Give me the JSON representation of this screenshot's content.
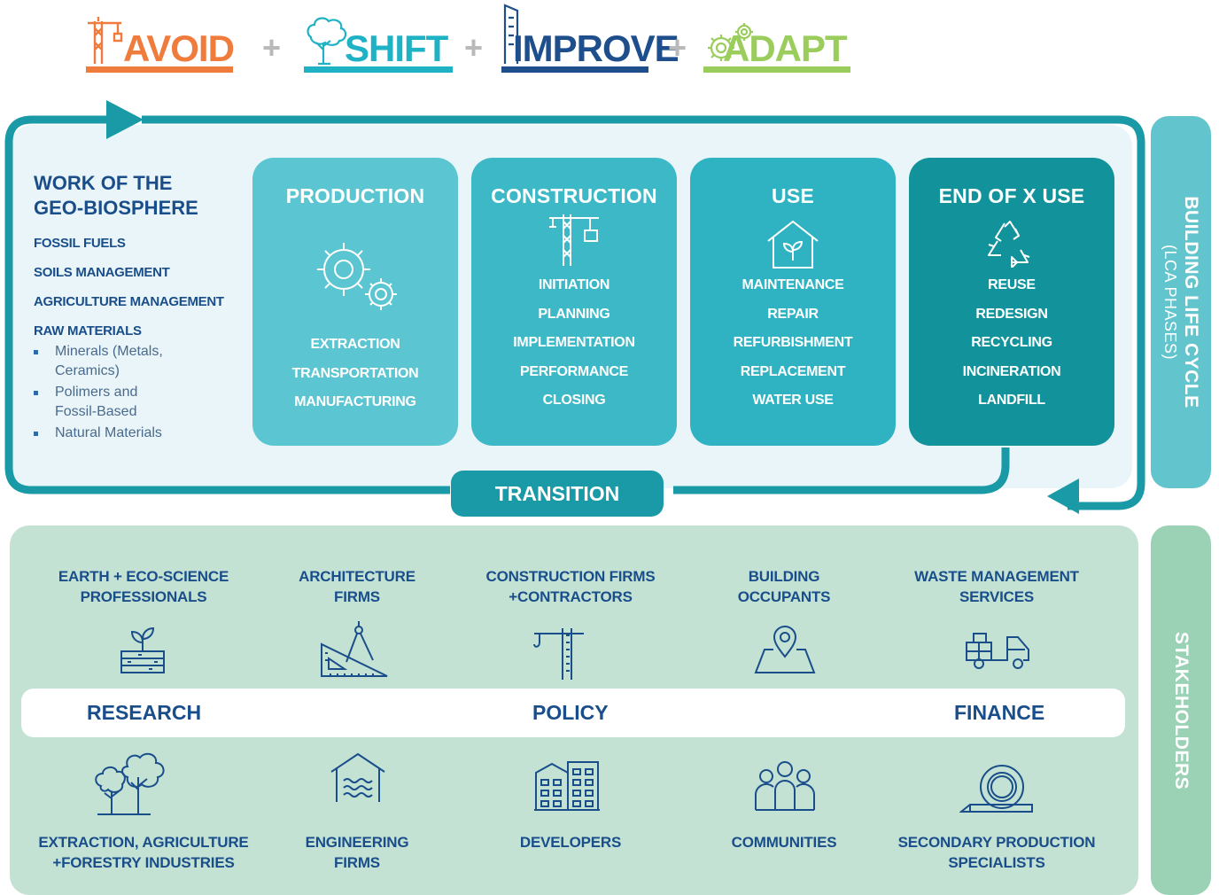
{
  "colors": {
    "avoid": "#ef7b3c",
    "shift": "#1fb1c4",
    "improve": "#1e4f8c",
    "adapt": "#9acd5c",
    "cycle_teal": "#1a9aa6",
    "phase_light": "#5bc6d1",
    "phase_mid": "#3cb8c7",
    "phase_mid2": "#2fb3c2",
    "phase_dark": "#12939c",
    "navy_text": "#1a4e8a",
    "stakeholder_bg": "#c3e2d4"
  },
  "strategies": [
    {
      "word": "AVOID",
      "icon": "crane-icon"
    },
    {
      "word": "SHIFT",
      "icon": "tree-icon"
    },
    {
      "word": "IMPROVE",
      "icon": "factory-icon"
    },
    {
      "word": "ADAPT",
      "icon": "gears-icon"
    }
  ],
  "plus_sign": "+",
  "geo": {
    "title_line1": "WORK OF THE",
    "title_line2": "GEO-BIOSPHERE",
    "items": [
      "FOSSIL FUELS",
      "SOILS MANAGEMENT",
      "AGRICULTURE MANAGEMENT",
      "RAW MATERIALS"
    ],
    "raw_materials": [
      "Minerals (Metals, Ceramics)",
      "Polimers and Fossil-Based",
      "Natural Materials"
    ]
  },
  "phases": [
    {
      "title": "PRODUCTION",
      "icon": "gears-icon",
      "items": [
        "EXTRACTION",
        "TRANSPORTATION",
        "MANUFACTURING"
      ]
    },
    {
      "title": "CONSTRUCTION",
      "icon": "crane-icon",
      "items": [
        "INITIATION",
        "PLANNING",
        "IMPLEMENTATION",
        "PERFORMANCE",
        "CLOSING"
      ]
    },
    {
      "title": "USE",
      "icon": "house-plant-icon",
      "items": [
        "MAINTENANCE",
        "REPAIR",
        "REFURBISHMENT",
        "REPLACEMENT",
        "WATER USE"
      ]
    },
    {
      "title": "END OF X USE",
      "icon": "recycle-icon",
      "items": [
        "REUSE",
        "REDESIGN",
        "RECYCLING",
        "INCINERATION",
        "LANDFILL"
      ]
    }
  ],
  "transition": "TRANSITION",
  "side_life_cycle": {
    "line1": "BUILDING LIFE CYCLE",
    "line2": "(LCA PHASES)"
  },
  "side_stakeholders": "STAKEHOLDERS",
  "stakeholders_top": [
    {
      "line1": "EARTH + ECO-SCIENCE",
      "line2": "PROFESSIONALS",
      "icon": "seedling-soil-icon"
    },
    {
      "line1": "ARCHITECTURE",
      "line2": "FIRMS",
      "icon": "compass-ruler-icon"
    },
    {
      "line1": "CONSTRUCTION FIRMS",
      "line2": "+CONTRACTORS",
      "icon": "crane-icon"
    },
    {
      "line1": "BUILDING",
      "line2": "OCCUPANTS",
      "icon": "map-pin-icon"
    },
    {
      "line1": "WASTE MANAGEMENT",
      "line2": "SERVICES",
      "icon": "truck-icon"
    }
  ],
  "band": {
    "research": "RESEARCH",
    "policy": "POLICY",
    "finance": "FINANCE"
  },
  "stakeholders_bottom": [
    {
      "line1": "EXTRACTION, AGRICULTURE",
      "line2": "+FORESTRY INDUSTRIES",
      "icon": "trees-icon"
    },
    {
      "line1": "ENGINEERING",
      "line2": "FIRMS",
      "icon": "house-water-icon"
    },
    {
      "line1": "DEVELOPERS",
      "line2": "",
      "icon": "buildings-icon"
    },
    {
      "line1": "COMMUNITIES",
      "line2": "",
      "icon": "people-icon"
    },
    {
      "line1": "SECONDARY PRODUCTION",
      "line2": "SPECIALISTS",
      "icon": "coil-icon"
    }
  ]
}
